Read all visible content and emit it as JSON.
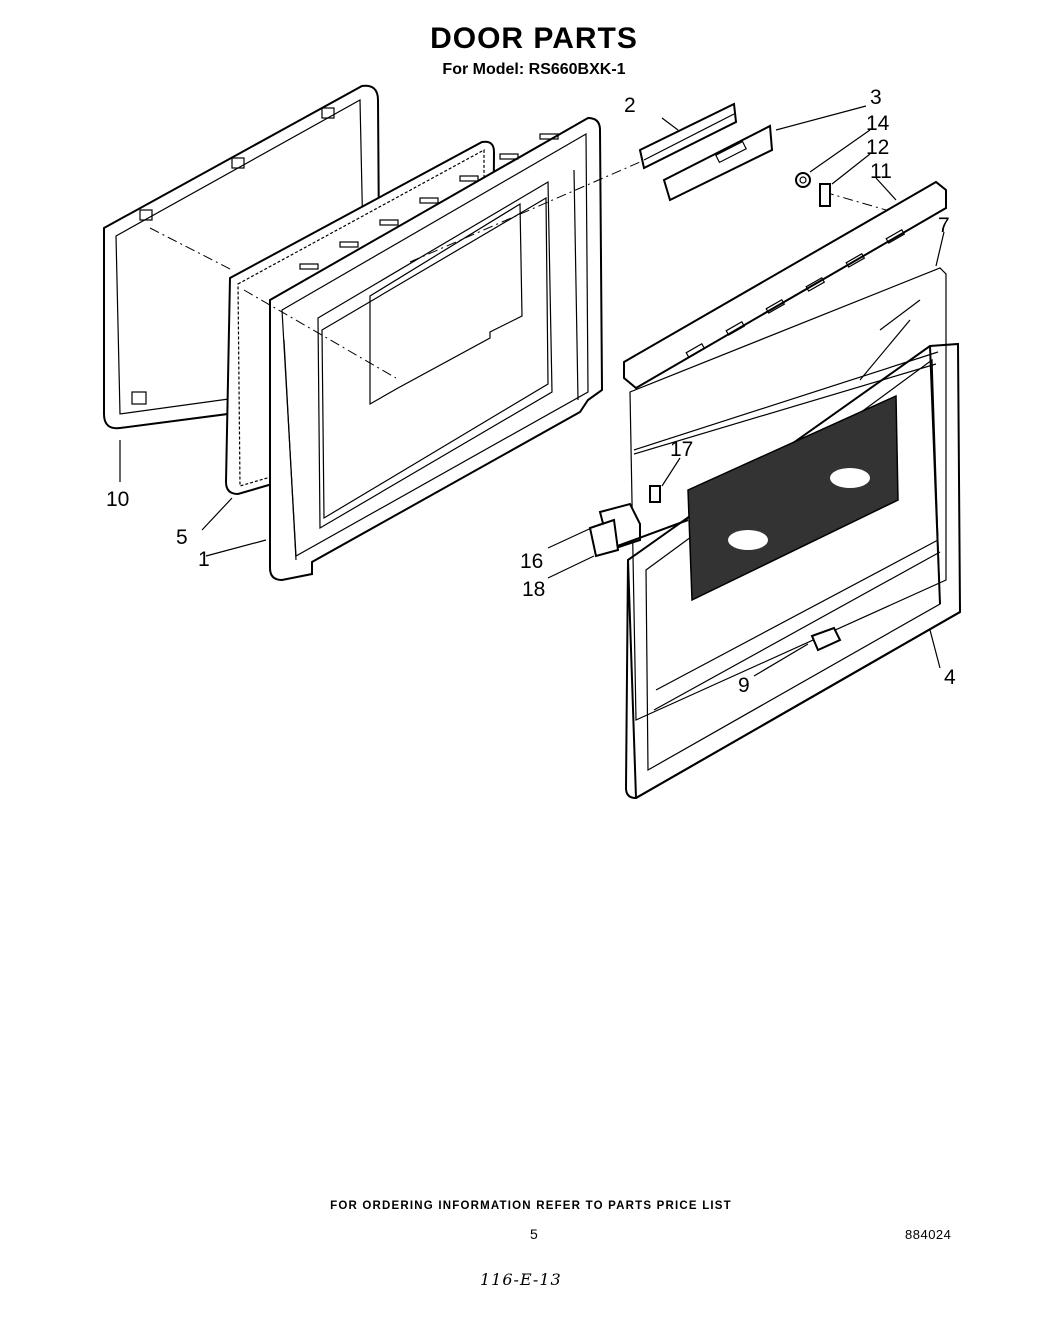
{
  "title": "DOOR PARTS",
  "subtitle": "For Model: RS660BXK-1",
  "callouts": {
    "c1": "1",
    "c2": "2",
    "c3": "3",
    "c4": "4",
    "c5": "5",
    "c7": "7",
    "c9": "9",
    "c10": "10",
    "c11": "11",
    "c12": "12",
    "c14": "14",
    "c16": "16",
    "c17": "17",
    "c18": "18"
  },
  "footer": {
    "note": "FOR ORDERING INFORMATION REFER TO PARTS PRICE LIST",
    "page_number": "5",
    "doc_code": "884024",
    "handwritten": "116-E-13"
  }
}
